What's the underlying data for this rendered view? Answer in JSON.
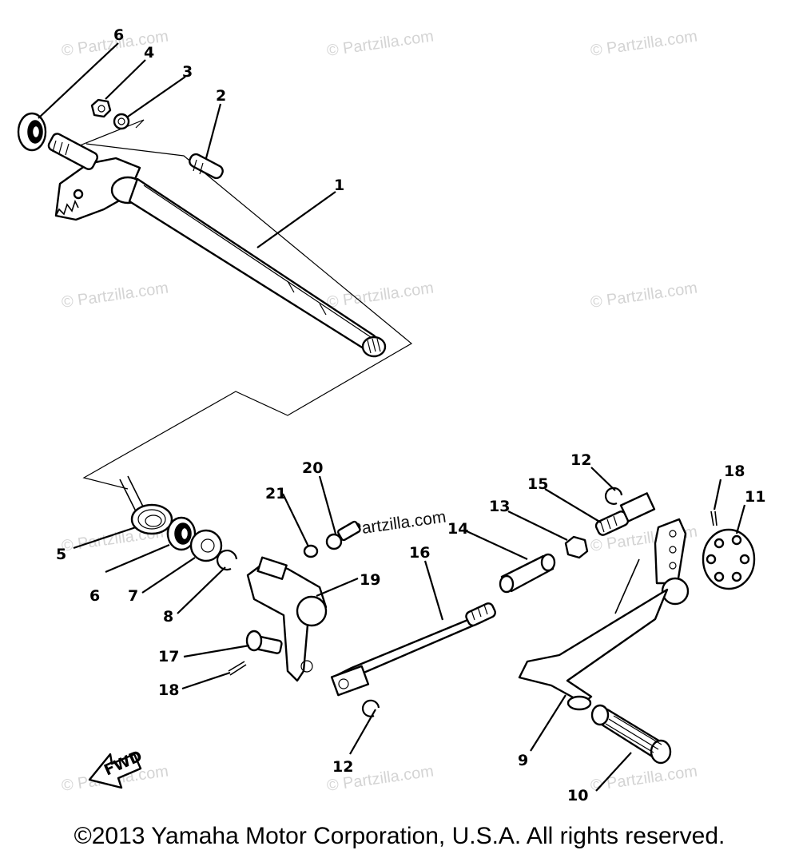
{
  "watermarks": [
    "© Partzilla.com",
    "© Partzilla.com",
    "© Partzilla.com",
    "© Partzilla.com",
    "© Partzilla.com",
    "© Partzilla.com",
    "© Partzilla.com",
    "Partzilla.com",
    "© Partzilla.com",
    "© Partzilla.com",
    "© Partzilla.com",
    "© Partzilla.com"
  ],
  "callouts": {
    "p1": "1",
    "p2": "2",
    "p3": "3",
    "p4": "4",
    "p5": "5",
    "p6a": "6",
    "p6b": "6",
    "p7": "7",
    "p8": "8",
    "p9": "9",
    "p10": "10",
    "p11": "11",
    "p12a": "12",
    "p12b": "12",
    "p13": "13",
    "p14": "14",
    "p15": "15",
    "p16": "16",
    "p17": "17",
    "p18a": "18",
    "p18b": "18",
    "p19": "19",
    "p20": "20",
    "p21": "21"
  },
  "fwd_label": "FWD",
  "copyright": "©2013 Yamaha Motor Corporation, U.S.A. All rights reserved."
}
